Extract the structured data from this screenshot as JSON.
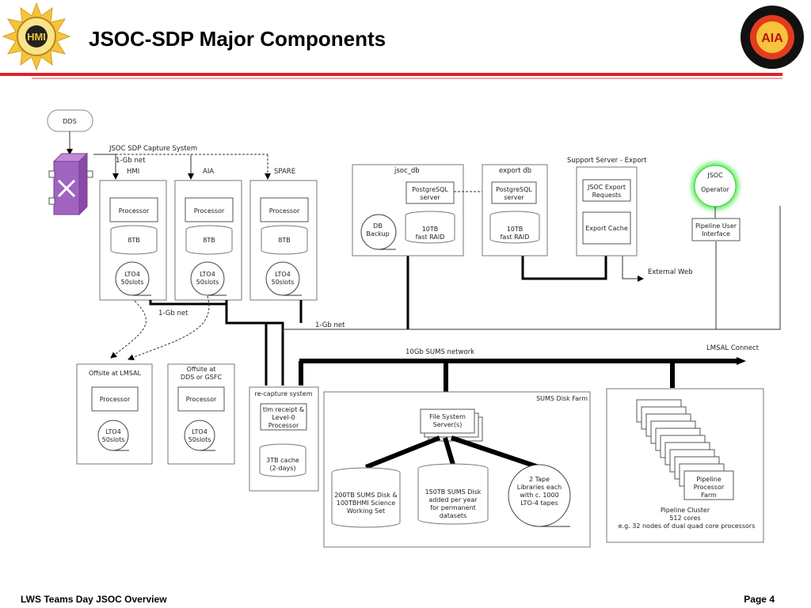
{
  "slide": {
    "title": "JSOC-SDP  Major Components",
    "footer_left": "LWS Teams Day JSOC Overview",
    "footer_right": "Page 4",
    "logo_left_text": "HMI",
    "logo_right_text": "AIA"
  },
  "colors": {
    "accent_red": "#e0222a",
    "dds_switch": "#a064c0",
    "operator_glow": "#44dd44"
  },
  "diagram": {
    "dds": "DDS",
    "capture_title": "JSOC SDP Capture System",
    "net_1gb": "1-Gb net",
    "net_1gb_2": "1-Gb net",
    "net_1gb_3": "1-Gb net",
    "capture_units": [
      {
        "label": "HMI",
        "processor": "Processor",
        "disk": "8TB",
        "tape1": "LTO4",
        "tape2": "50slots"
      },
      {
        "label": "AIA",
        "processor": "Processor",
        "disk": "8TB",
        "tape1": "LTO4",
        "tape2": "50slots"
      },
      {
        "label": "SPARE",
        "processor": "Processor",
        "disk": "8TB",
        "tape1": "LTO4",
        "tape2": "50slots"
      }
    ],
    "jsoc_db": {
      "label": "jsoc_db",
      "server1": "PostgreSQL",
      "server2": "server",
      "backup1": "DB",
      "backup2": "Backup",
      "raid1": "10TB",
      "raid2": "fast RAID"
    },
    "export_db": {
      "label": "export db",
      "server1": "PostgreSQL",
      "server2": "server",
      "raid1": "10TB",
      "raid2": "fast RAID"
    },
    "support": {
      "label": "Support Server - Export",
      "req1": "JSOC Export",
      "req2": "Requests",
      "cache": "Export Cache",
      "external": "External Web"
    },
    "operator": {
      "line1": "JSOC",
      "line2": "Operator",
      "ui1": "Pipeline User",
      "ui2": "Interface"
    },
    "offsite_lmsal": {
      "title": "Offsite at LMSAL",
      "processor": "Processor",
      "tape1": "LTO4",
      "tape2": "50slots"
    },
    "offsite_gsfc": {
      "title1": "Offsite at",
      "title2": "DDS or GSFC",
      "processor": "Processor",
      "tape1": "LTO4",
      "tape2": "50slots"
    },
    "recapture": {
      "title": "re-capture system",
      "tlm1": "tlm receipt &",
      "tlm2": "Level-0",
      "tlm3": "Processor",
      "cache1": "3TB cache",
      "cache2": "(2-days)"
    },
    "sums_net": "10Gb SUMS network",
    "lmsal_connect": "LMSAL Connect",
    "sums_farm": {
      "title": "SUMS Disk Farm",
      "fs1": "File System",
      "fs2": "Server(s)",
      "disk_a": [
        "200TB SUMS Disk &",
        "100TBHMI Science",
        "Working Set"
      ],
      "disk_b": [
        "150TB SUMS Disk",
        "added per year",
        "for permanent",
        "datasets"
      ],
      "tape": [
        "2 Tape",
        "Libraries each",
        "with c. 1000",
        "LTO-4 tapes"
      ]
    },
    "cluster": {
      "farm": [
        "Pipeline",
        "Processor",
        "Farm"
      ],
      "caption": [
        "Pipeline Cluster",
        "512 cores",
        "e.g. 32 nodes of dual quad core processors"
      ]
    }
  }
}
